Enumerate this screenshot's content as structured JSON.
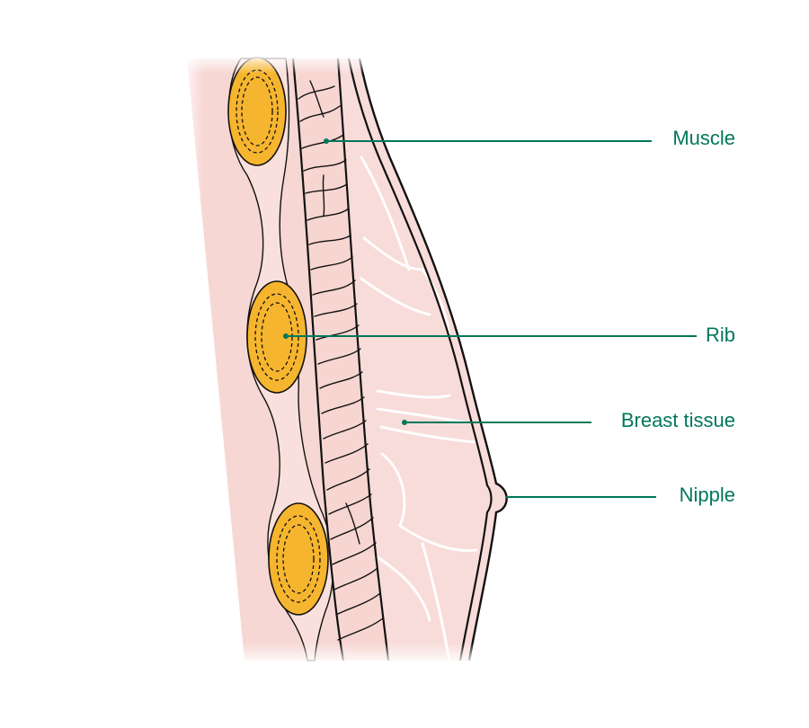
{
  "colors": {
    "background": "#ffffff",
    "chest_wall": "#f7d7d3",
    "breast": "#f8dcd9",
    "rib_fill": "#f6b52e",
    "outline": "#111111",
    "label_green": "#00775a"
  },
  "labels": {
    "muscle": "Muscle",
    "rib": "Rib",
    "breast_tissue": "Breast tissue",
    "nipple": "Nipple"
  }
}
